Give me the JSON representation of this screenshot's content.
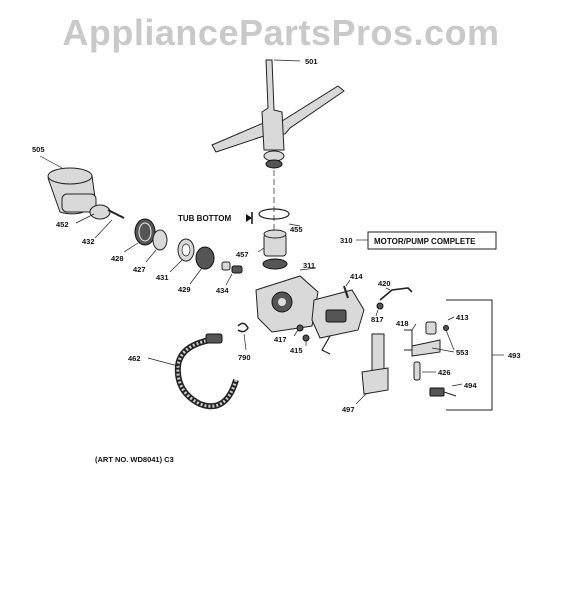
{
  "watermark": "AppliancePartsPros.com",
  "tub_bottom_text": "TUB BOTTOM",
  "motor_pump_box": "MOTOR/PUMP COMPLETE",
  "art_no": "(ART NO. WD8041) C3",
  "parts": {
    "p501": "501",
    "p505": "505",
    "p452": "452",
    "p432": "432",
    "p428": "428",
    "p427": "427",
    "p431": "431",
    "p429": "429",
    "p434": "434",
    "p455": "455",
    "p457": "457",
    "p311": "311",
    "p310": "310",
    "p414": "414",
    "p420": "420",
    "p817": "817",
    "p418": "418",
    "p413": "413",
    "p553": "553",
    "p493": "493",
    "p426": "426",
    "p494": "494",
    "p497": "497",
    "p417": "417",
    "p415": "415",
    "p790": "790",
    "p462": "462"
  },
  "colors": {
    "watermark": "#c9c9c9",
    "line": "#222222"
  }
}
